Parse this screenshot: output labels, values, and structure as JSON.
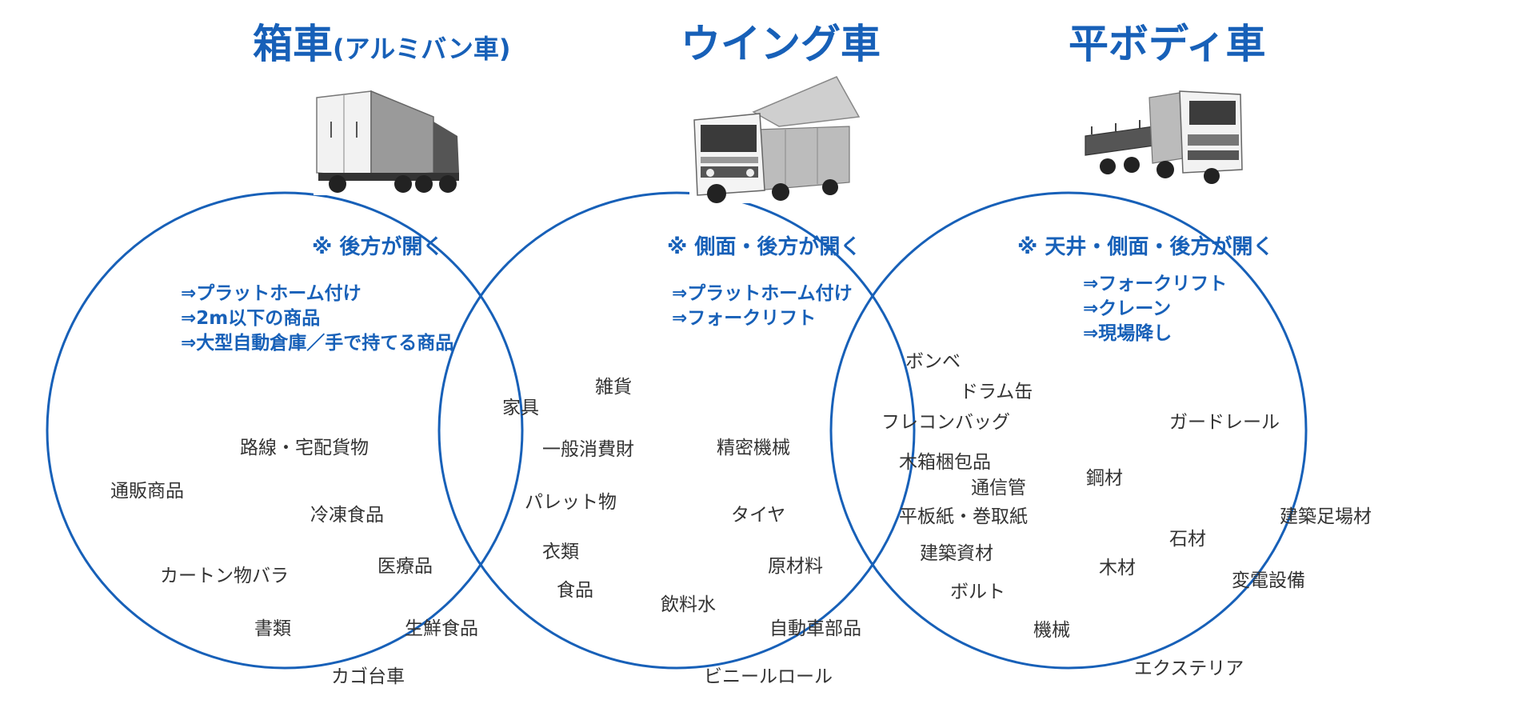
{
  "colors": {
    "accent": "#1760b8",
    "text": "#333333"
  },
  "sections": [
    {
      "title": "箱車",
      "title_suffix": "(アルミバン車)",
      "opens": "※ 後方が開く",
      "features": [
        "⇒プラットホーム付け",
        "⇒2m以下の商品",
        "⇒大型自動倉庫／手で持てる商品"
      ]
    },
    {
      "title": "ウイング車",
      "opens": "※ 側面・後方が開く",
      "features": [
        "⇒プラットホーム付け",
        "⇒フォークリフト"
      ]
    },
    {
      "title": "平ボディ車",
      "opens": "※ 天井・側面・後方が開く",
      "features": [
        "⇒フォークリフト",
        "⇒クレーン",
        "⇒現場降し"
      ]
    }
  ],
  "cargo": {
    "box_only": [
      "路線・宅配貨物",
      "通販商品",
      "冷凍食品",
      "カートン物バラ",
      "医療品",
      "書類",
      "生鮮食品",
      "カゴ台車"
    ],
    "box_wing": [
      "家具",
      "雑貨",
      "一般消費財",
      "パレット物",
      "衣類",
      "食品"
    ],
    "wing_only": [
      "精密機械",
      "タイヤ",
      "原材料",
      "飲料水",
      "自動車部品",
      "ビニールロール"
    ],
    "wing_flat": [
      "ボンベ",
      "ドラム缶",
      "フレコンバッグ",
      "木箱梱包品",
      "通信管",
      "平板紙・巻取紙",
      "建築資材",
      "ボルト"
    ],
    "flat_only": [
      "ガードレール",
      "鋼材",
      "建築足場材",
      "石材",
      "木材",
      "変電設備",
      "機械",
      "エクステリア"
    ]
  }
}
